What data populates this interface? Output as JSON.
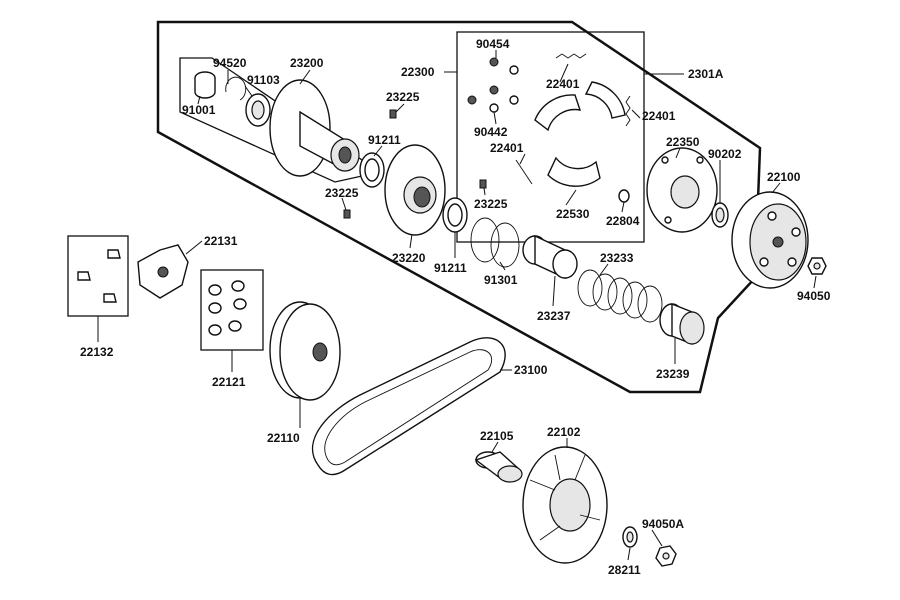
{
  "diagram": {
    "labels": {
      "p23200": "23200",
      "p94520": "94520",
      "p91103": "91103",
      "p91001": "91001",
      "p22300": "22300",
      "p90454": "90454",
      "p22401a": "22401",
      "p2301A": "2301A",
      "p23225a": "23225",
      "p22401b": "22401",
      "p91211a": "91211",
      "p90442": "90442",
      "p22401c": "22401",
      "p22350": "22350",
      "p90202": "90202",
      "p22100": "22100",
      "p23225b": "23225",
      "p23225c": "23225",
      "p22530": "22530",
      "p22804": "22804",
      "p22131": "22131",
      "p23220": "23220",
      "p91211b": "91211",
      "p23233": "23233",
      "p94050": "94050",
      "p91301": "91301",
      "p23237": "23237",
      "p22132": "22132",
      "p23239": "23239",
      "p22121": "22121",
      "p23100": "23100",
      "p22110": "22110",
      "p22105": "22105",
      "p22102": "22102",
      "p94050A": "94050A",
      "p28211": "28211"
    }
  }
}
